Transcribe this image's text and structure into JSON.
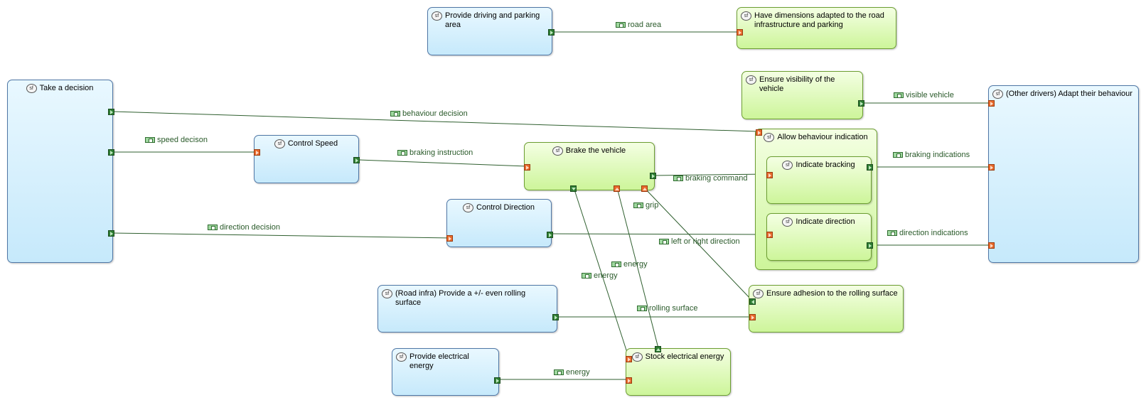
{
  "functions": {
    "provide_driving": {
      "label": "Provide driving and parking area",
      "kind": "blue"
    },
    "have_dimensions": {
      "label": "Have dimensions adapted to the road infrastructure and parking",
      "kind": "green"
    },
    "ensure_visibility": {
      "label": "Ensure visibility of the vehicle",
      "kind": "green"
    },
    "take_decision": {
      "label": "Take a decision",
      "kind": "blue"
    },
    "other_drivers": {
      "label": "(Other drivers) Adapt their behaviour",
      "kind": "blue"
    },
    "control_speed": {
      "label": "Control Speed",
      "kind": "blue"
    },
    "brake_vehicle": {
      "label": "Brake the vehicle",
      "kind": "green"
    },
    "allow_behaviour": {
      "label": "Allow behaviour indication",
      "kind": "green"
    },
    "indicate_bracking": {
      "label": "Indicate bracking",
      "kind": "green"
    },
    "indicate_direction": {
      "label": "Indicate direction",
      "kind": "green"
    },
    "control_direction": {
      "label": "Control Direction",
      "kind": "blue"
    },
    "road_infra": {
      "label": "(Road infra) Provide a +/- even rolling surface",
      "kind": "blue"
    },
    "ensure_adhesion": {
      "label": "Ensure adhesion to the rolling surface",
      "kind": "green"
    },
    "provide_energy": {
      "label": "Provide electrical energy",
      "kind": "blue"
    },
    "stock_energy": {
      "label": "Stock electrical energy",
      "kind": "green"
    }
  },
  "exchanges": {
    "road_area": "road area",
    "visible_vehicle": "visible vehicle",
    "behaviour_decision": "behaviour decision",
    "speed_decision": "speed decison",
    "braking_instruction": "braking instruction",
    "braking_command": "braking command",
    "braking_indications": "braking indications",
    "grip": "grip",
    "direction_decision": "direction decision",
    "left_right_direction": "left or right direction",
    "direction_indications": "direction indications",
    "energy_1": "energy",
    "energy_2": "energy",
    "rolling_surface": "rolling surface",
    "energy_3": "energy"
  },
  "icons": {
    "function_badge": "sf",
    "exchange_icon": "functional-exchange-icon"
  },
  "colors": {
    "link": "#2f5f2f",
    "out_port": "#2e7d32",
    "in_port": "#e8692a",
    "blue_fill": "#c6e9fb",
    "green_fill": "#cdf59a"
  }
}
